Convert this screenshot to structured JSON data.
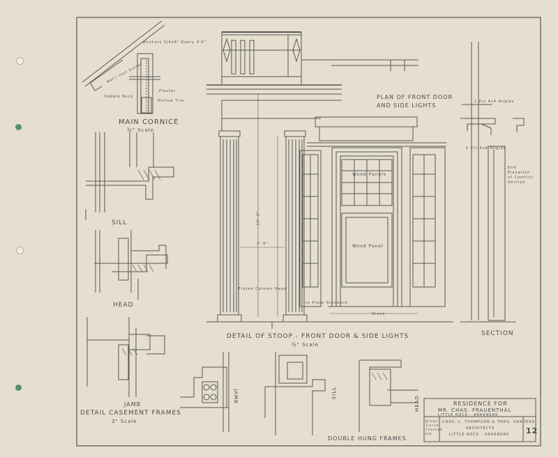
{
  "sheet": {
    "paper_color": "#e6dfd0",
    "ink_color": "#4a4a4a",
    "sheet_number": "12"
  },
  "labels": {
    "main_cornice": "MAIN CORNICE",
    "main_cornice_scale": "¾\" Scale",
    "sill": "SILL",
    "head": "HEAD",
    "jamb": "JAMB",
    "detail_casement": "DETAIL CASEMENT FRAMES",
    "detail_casement_scale": "3\" Scale",
    "plan_front_door": "PLAN OF FRONT DOOR",
    "plan_front_door_2": "AND SIDE LIGHTS",
    "detail_stoop": "DETAIL OF STOOP - FRONT DOOR & SIDE LIGHTS",
    "detail_stoop_scale": "¾\" Scale",
    "section": "SECTION",
    "double_hung": "DOUBLE HUNG FRAMES",
    "jamb_dh": "JAMB",
    "sill_dh": "SILL",
    "head_dh": "HEAD",
    "end_elevation": "End Elevation of Conflict Section"
  },
  "annotations": {
    "wood_panels": "Wood Panels",
    "wood_panel": "Wood Panel",
    "fluted_column_head": "Fluted Column Head",
    "plate_standard": "to Plate Standard",
    "stone": "Stone",
    "dim_10": "10'-0\"",
    "dim_3": "3'-6\"",
    "anchors": "Anchors 3/4x6\" Every 4'0\"",
    "metal_gutter": "Met'l Iron Gutter",
    "pebble_rock": "Pebble Rock",
    "plaster": "Plaster",
    "hollow_tile": "Hollow Tile",
    "angle_1": "1 P/s 4x4 Angles",
    "angle_2": "1 P/s 4x6 Angles"
  },
  "title_block": {
    "line1": "RESIDENCE FOR",
    "line2": "MR. CHAS. FRAUENTHAL",
    "line3": "LITTLE ROCK - ARKANSAS",
    "arch1": "CHAS. L. THOMPSON & THEO. SANDERS",
    "arch2": "ARCHITECTS",
    "arch3": "LITTLE ROCK - ARKANSAS",
    "meta": "Drawn Traced Checked Job"
  }
}
